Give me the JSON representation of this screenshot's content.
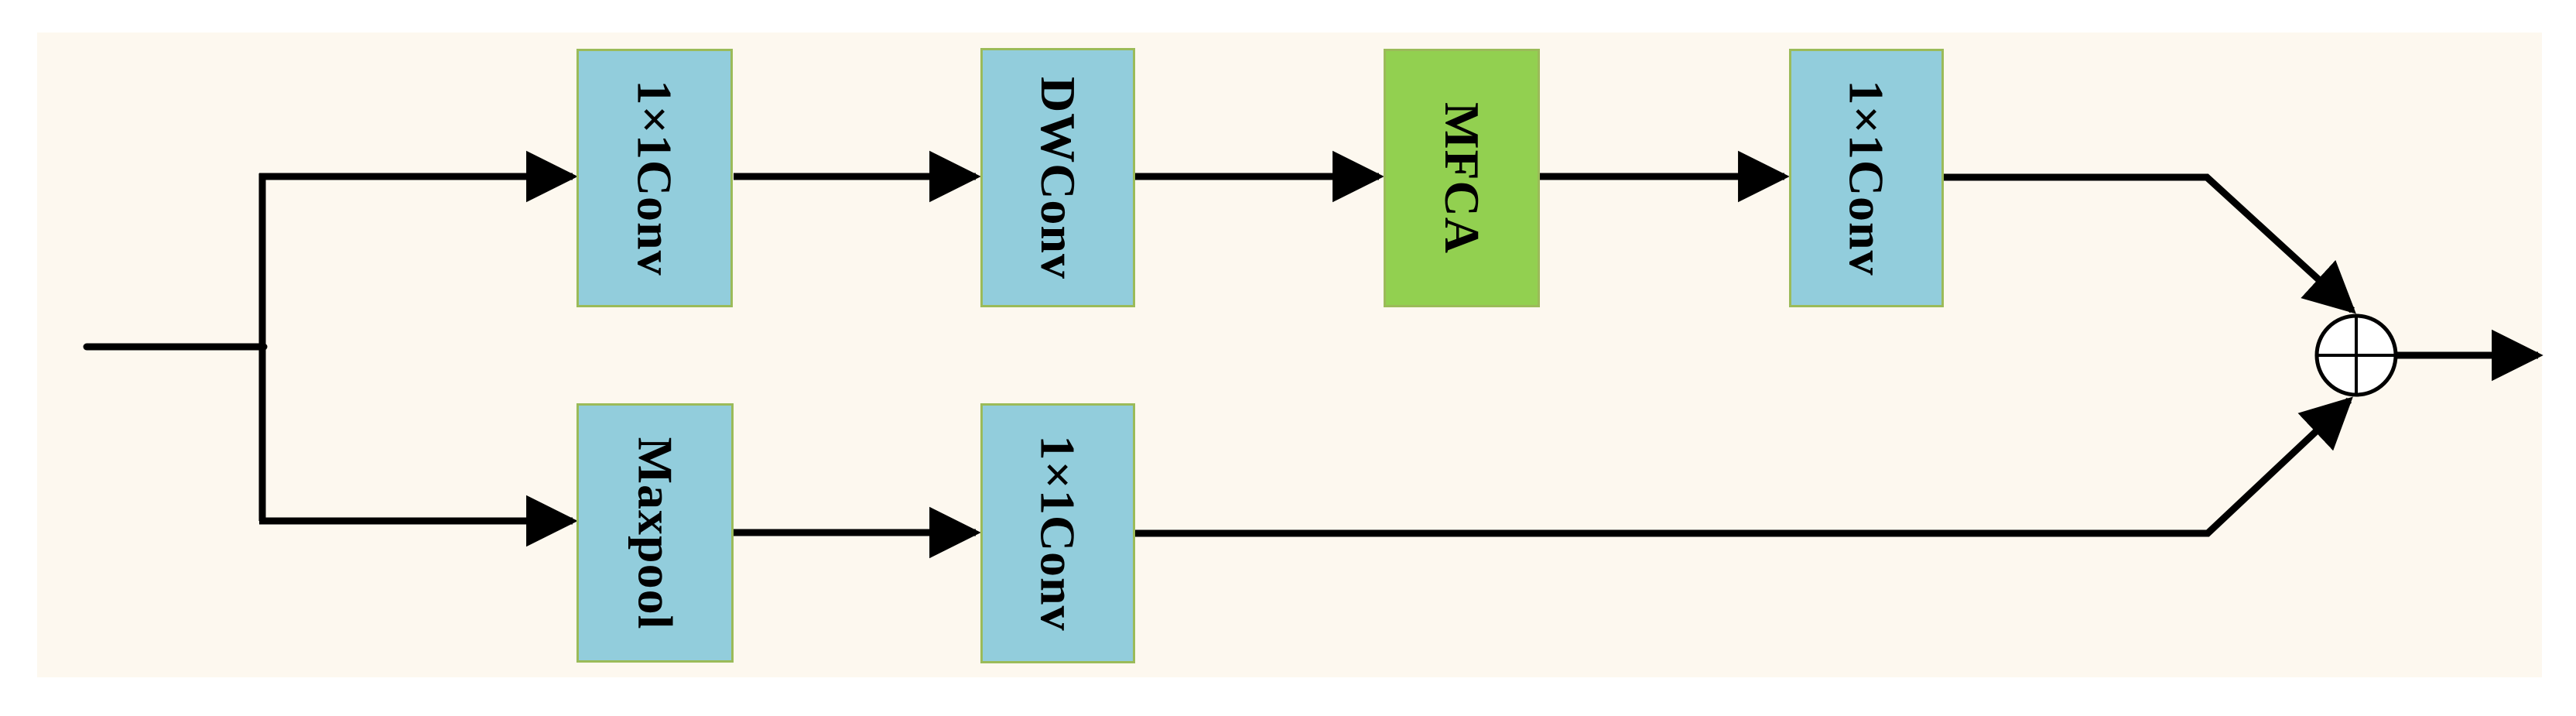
{
  "diagram": {
    "description": "Inverted-residual style block: input splits into two branches; top branch 1x1Conv -> DWConv -> MFCA -> 1x1Conv, bottom branch Maxpool -> 1x1Conv; branches merge at an element-wise addition (circled plus) node, then output.",
    "nodes": [
      {
        "id": "conv_top_1",
        "label": "1×1Conv",
        "color_role": "blue"
      },
      {
        "id": "dwconv",
        "label": "DWConv",
        "color_role": "blue"
      },
      {
        "id": "mfca",
        "label": "MFCA",
        "color_role": "green"
      },
      {
        "id": "conv_top_2",
        "label": "1×1Conv",
        "color_role": "blue"
      },
      {
        "id": "maxpool",
        "label": "Maxpool",
        "color_role": "blue"
      },
      {
        "id": "conv_bottom",
        "label": "1×1Conv",
        "color_role": "blue"
      }
    ],
    "merge_node": {
      "icon": "circled-plus",
      "symbol": "⊕",
      "meaning": "element-wise add"
    },
    "edges": [
      "input -> split",
      "split -> conv_top_1",
      "conv_top_1 -> dwconv",
      "dwconv -> mfca",
      "mfca -> conv_top_2",
      "conv_top_2 -> circled-plus",
      "split -> maxpool",
      "maxpool -> conv_bottom",
      "conv_bottom -> circled-plus",
      "circled-plus -> output"
    ],
    "colors": {
      "panel_background": "#FDF8EF",
      "page_background": "#FFFFFF",
      "box_blue": "#92CDDC",
      "box_green": "#92D050",
      "box_border": "#9BBB59",
      "line": "#000000",
      "merge_fill": "#FFFFFF"
    }
  }
}
